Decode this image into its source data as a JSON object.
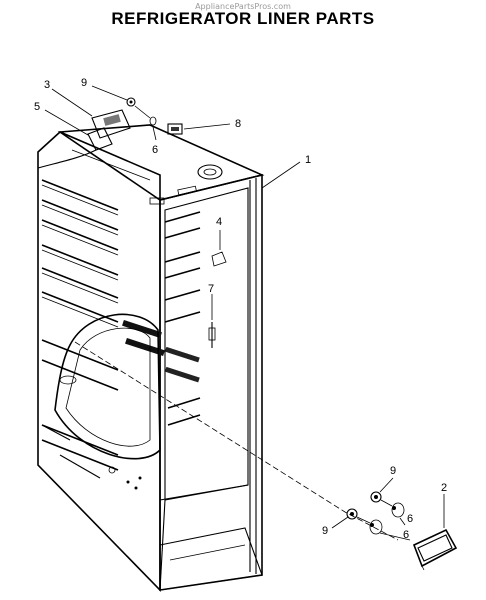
{
  "watermark": "AppliancePartsPros.com",
  "title": "REFRIGERATOR LINER PARTS",
  "callouts": [
    {
      "id": "1",
      "label": "1"
    },
    {
      "id": "2",
      "label": "2"
    },
    {
      "id": "3",
      "label": "3"
    },
    {
      "id": "4",
      "label": "4"
    },
    {
      "id": "5",
      "label": "5"
    },
    {
      "id": "6a",
      "label": "6"
    },
    {
      "id": "6b",
      "label": "6"
    },
    {
      "id": "6c",
      "label": "6"
    },
    {
      "id": "7",
      "label": "7"
    },
    {
      "id": "8",
      "label": "8"
    },
    {
      "id": "9a",
      "label": "9"
    },
    {
      "id": "9b",
      "label": "9"
    },
    {
      "id": "9c",
      "label": "9"
    }
  ]
}
